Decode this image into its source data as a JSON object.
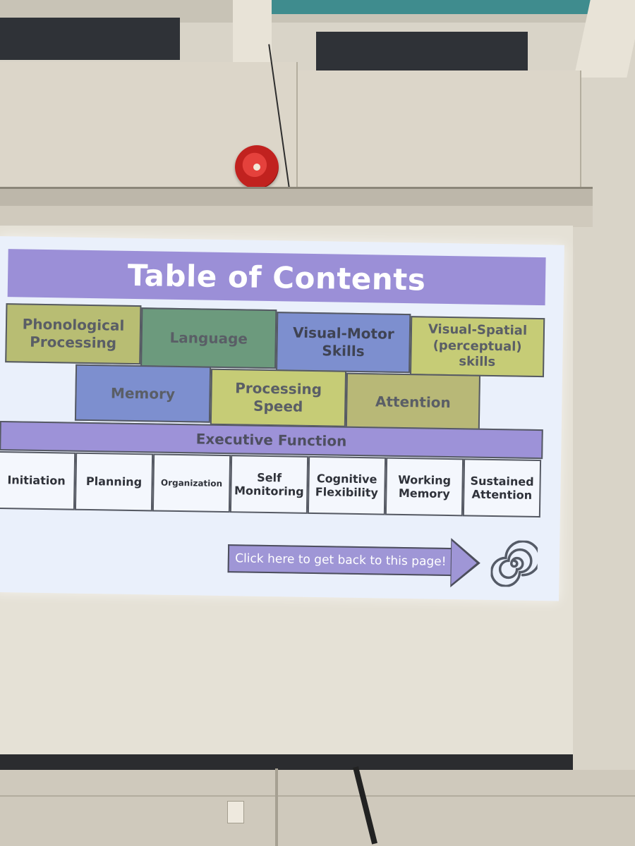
{
  "slide": {
    "title": "Table of Contents",
    "row1": [
      {
        "label": "Phonological\nProcessing",
        "color": "#b8bd73"
      },
      {
        "label": "Language",
        "color": "#6c9a7d"
      },
      {
        "label": "Visual-Motor\nSkills",
        "color": "#7d8fcf"
      },
      {
        "label": "Visual-Spatial\n(perceptual)\nskills",
        "color": "#c6cc76"
      }
    ],
    "row2": [
      {
        "label": "Memory",
        "color": "#7d8fcf"
      },
      {
        "label": "Processing\nSpeed",
        "color": "#c6cc76"
      },
      {
        "label": "Attention",
        "color": "#b8b877"
      }
    ],
    "executive_function": {
      "title": "Executive Function",
      "items": [
        "Initiation",
        "Planning",
        "Organization",
        "Self\nMonitoring",
        "Cognitive\nFlexibility",
        "Working\nMemory",
        "Sustained\nAttention"
      ]
    },
    "back_link": "Click here to get back to this page!",
    "spiral_icon": "spiral-icon",
    "accent_color": "#9b8fd7"
  }
}
